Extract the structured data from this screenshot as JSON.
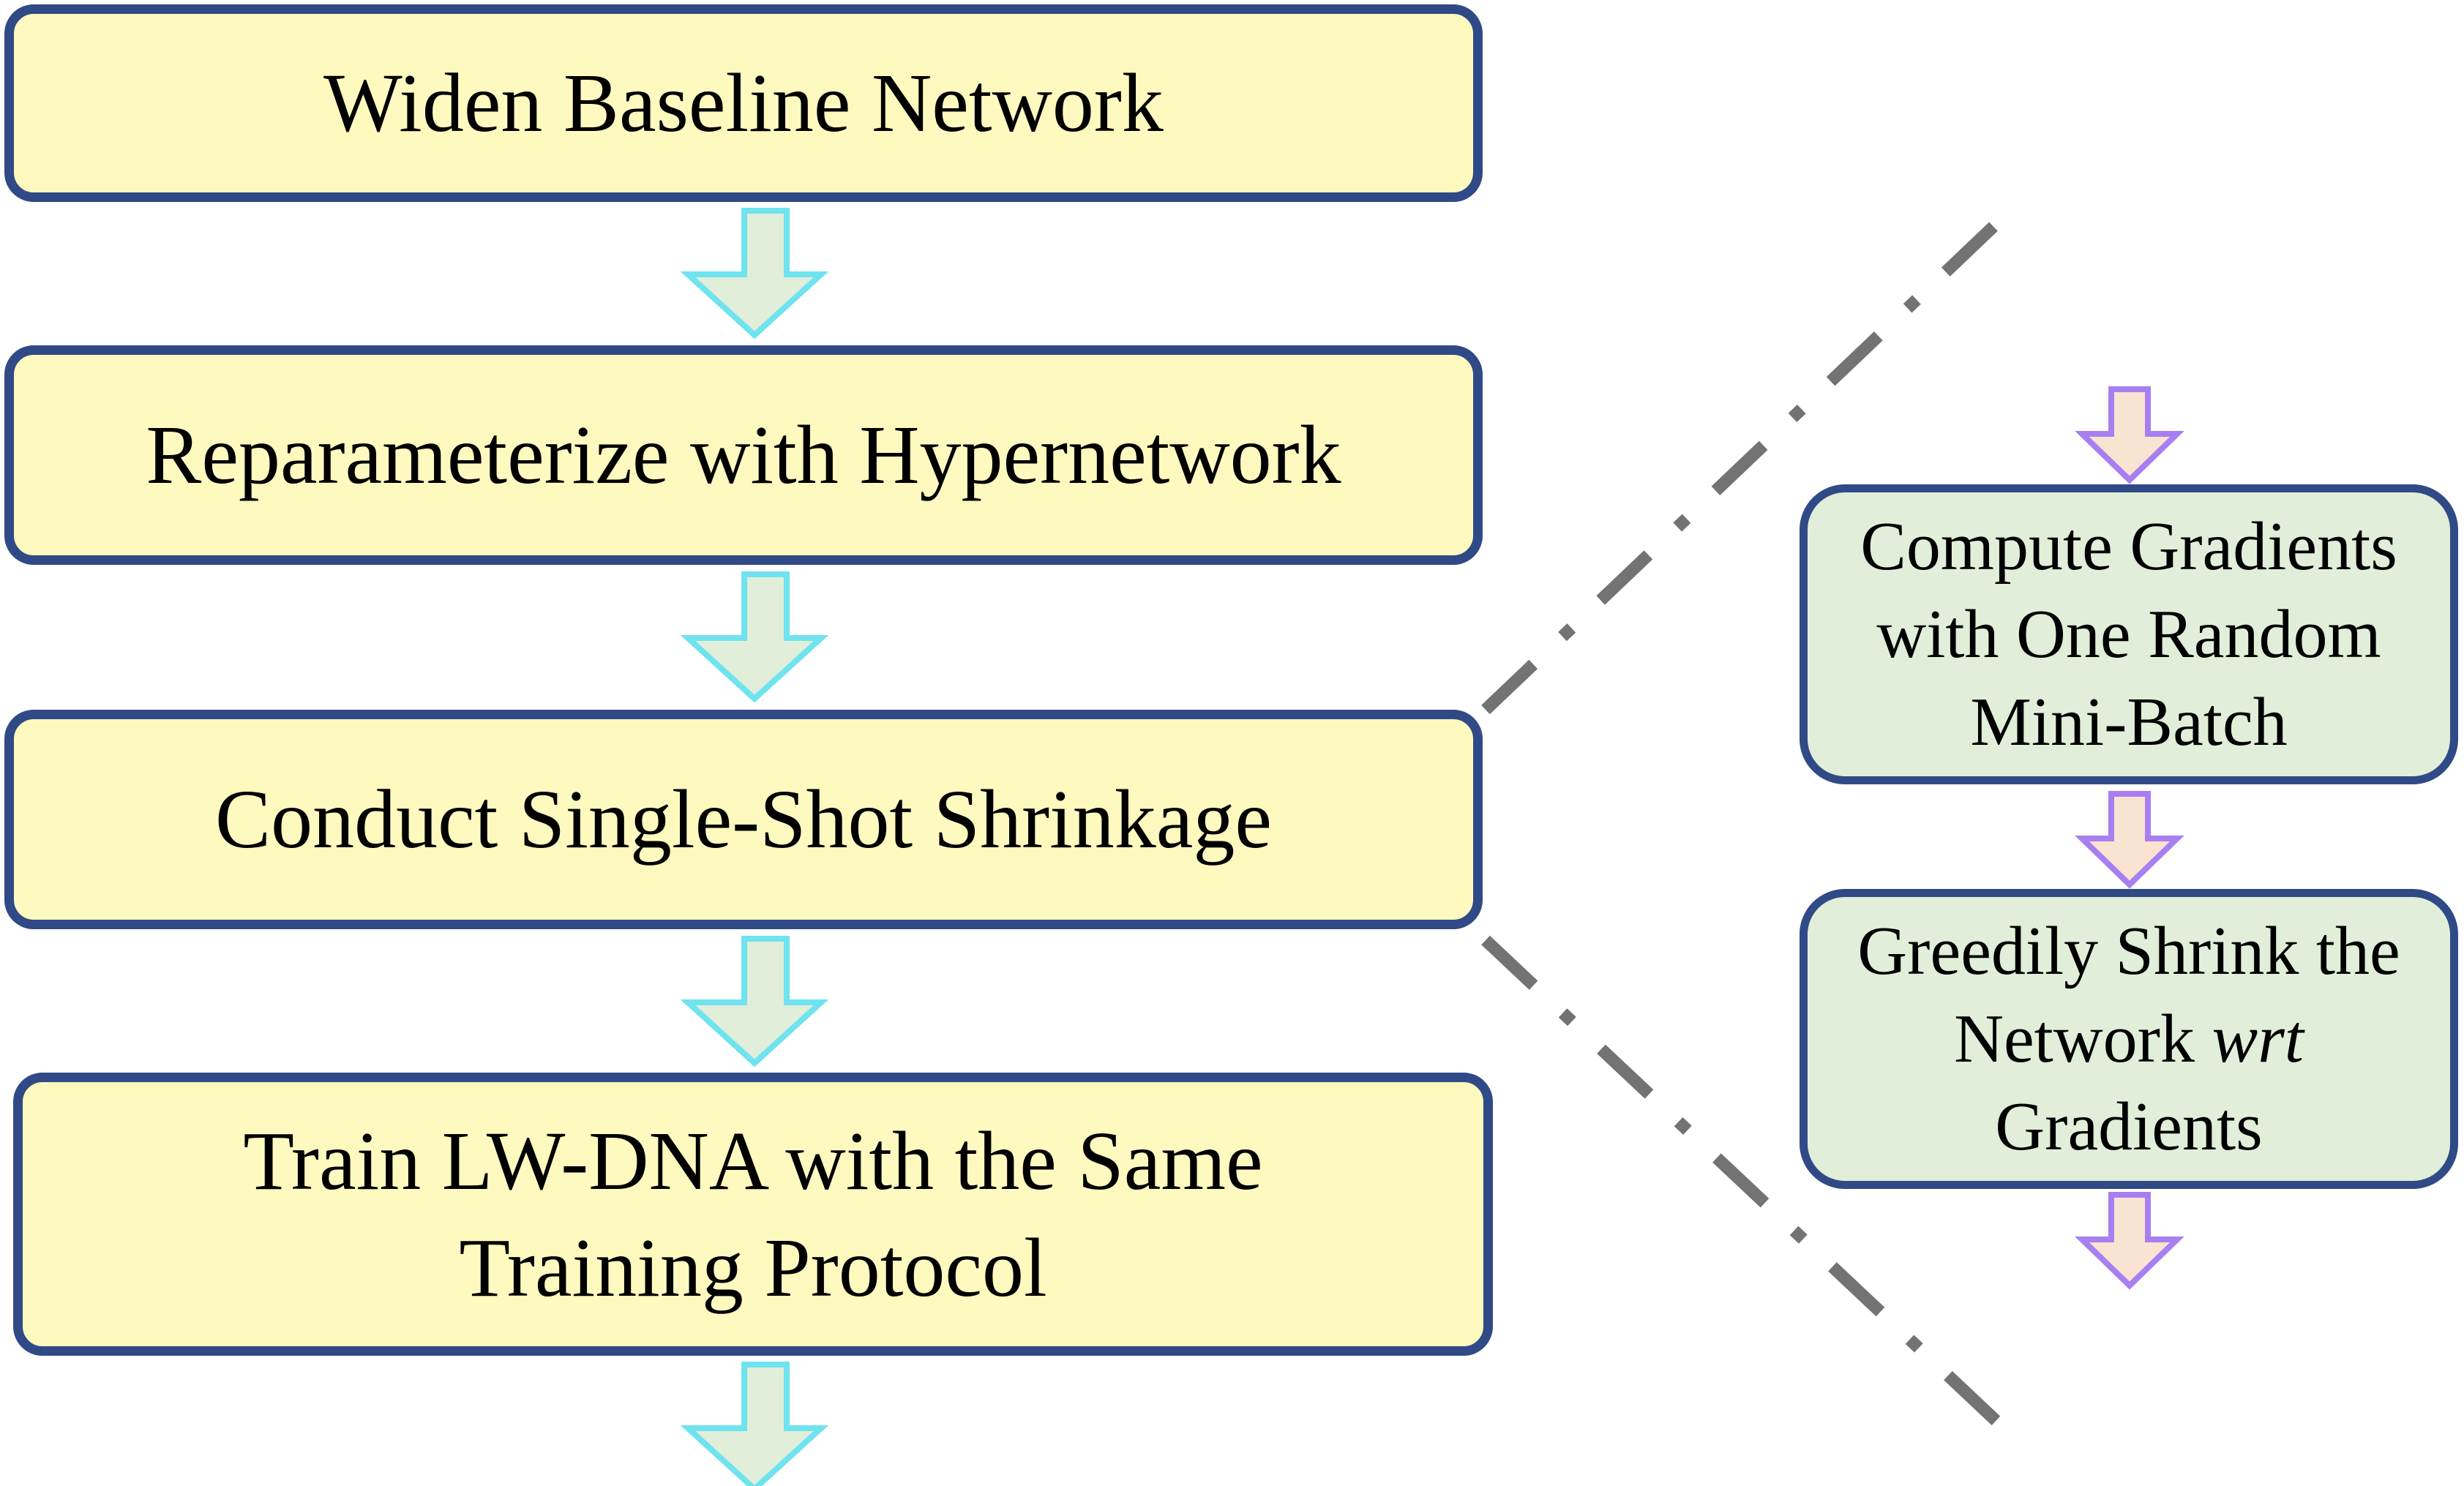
{
  "diagram": {
    "main_steps": [
      {
        "id": "widen",
        "lines": [
          "Widen Baseline Network"
        ]
      },
      {
        "id": "reparam",
        "lines": [
          "Reparameterize with Hypernetwork"
        ]
      },
      {
        "id": "shrink",
        "lines": [
          "Conduct Single-Shot Shrinkage"
        ]
      },
      {
        "id": "train",
        "lines": [
          "Train LW-DNA with the Same",
          "Training Protocol"
        ]
      }
    ],
    "detail_steps": [
      {
        "id": "gradients",
        "line1": "Compute Gradients",
        "line2": "with One Random",
        "line3": "Mini-Batch"
      },
      {
        "id": "greedy",
        "line1": "Greedily Shrink the",
        "line2_prefix": "Network ",
        "line2_italic": "wrt",
        "line3": "Gradients"
      }
    ],
    "colors": {
      "main_fill": "#fdf9bf",
      "side_fill": "#e1eed9",
      "box_border": "#2f4a86",
      "main_arrow_fill": "#e1eed9",
      "main_arrow_stroke": "#6fe3ef",
      "side_arrow_fill": "#fbe3d2",
      "side_arrow_stroke": "#a77ff0",
      "connector": "#737373"
    }
  }
}
